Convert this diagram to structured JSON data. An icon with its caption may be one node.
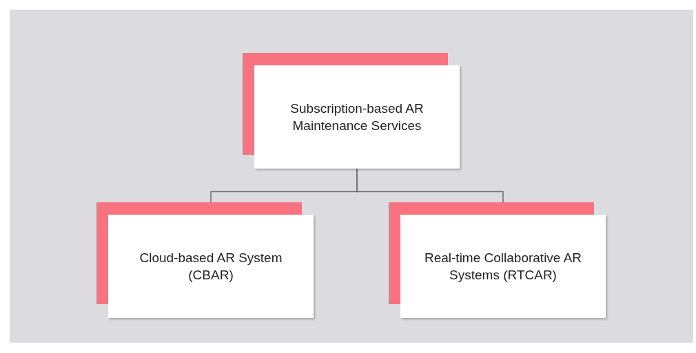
{
  "diagram": {
    "nodes": [
      {
        "text": [
          "Subscription-based AR Maintenance Services"
        ]
      },
      {
        "text": [
          "Cloud-based AR System (CBAR)"
        ]
      },
      {
        "text": [
          "Real-time Collaborative AR Systems (RTCAR)"
        ]
      }
    ],
    "edges": [
      {
        "from": 0,
        "to": 1,
        "arrow": "none"
      },
      {
        "from": 0,
        "to": 2,
        "arrow": "none"
      }
    ]
  }
}
